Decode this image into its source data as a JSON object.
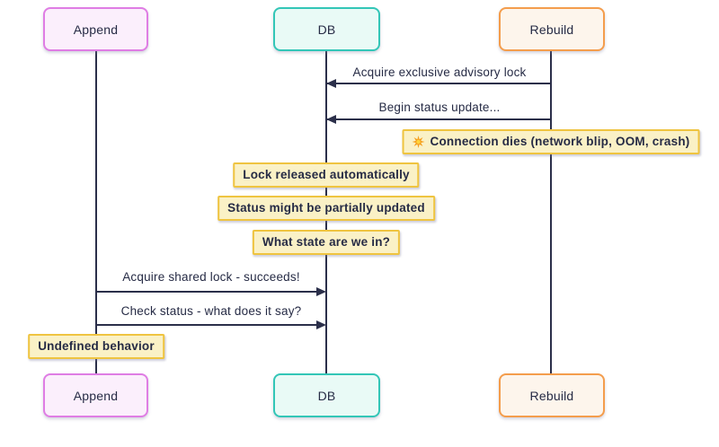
{
  "diagram": {
    "type": "sequence",
    "actors": [
      {
        "label": "Append",
        "border_color": "#df7de4",
        "fill_color": "#fbeffc"
      },
      {
        "label": "DB",
        "border_color": "#33c6b7",
        "fill_color": "#e9faf6"
      },
      {
        "label": "Rebuild",
        "border_color": "#f49d4c",
        "fill_color": "#fdf5ec"
      }
    ],
    "messages": [
      {
        "label": "Acquire exclusive advisory lock",
        "from": "Rebuild",
        "to": "DB",
        "direction": "left"
      },
      {
        "label": "Begin status update...",
        "from": "Rebuild",
        "to": "DB",
        "direction": "left"
      },
      {
        "label": "Acquire shared lock - succeeds!",
        "from": "Append",
        "to": "DB",
        "direction": "right"
      },
      {
        "label": "Check status - what does it say?",
        "from": "Append",
        "to": "DB",
        "direction": "right"
      }
    ],
    "notes": [
      {
        "label": "Connection dies (network blip, OOM, crash)",
        "icon": "collision-icon",
        "over": "Rebuild"
      },
      {
        "label": "Lock released automatically",
        "over": "DB"
      },
      {
        "label": "Status might be partially updated",
        "over": "DB"
      },
      {
        "label": "What state are we in?",
        "over": "DB"
      },
      {
        "label": "Undefined behavior",
        "over": "Append"
      }
    ],
    "note_style": {
      "fill_color": "#faf1c6",
      "border_color": "#efc440"
    },
    "line_color": "#2b2f4a"
  }
}
